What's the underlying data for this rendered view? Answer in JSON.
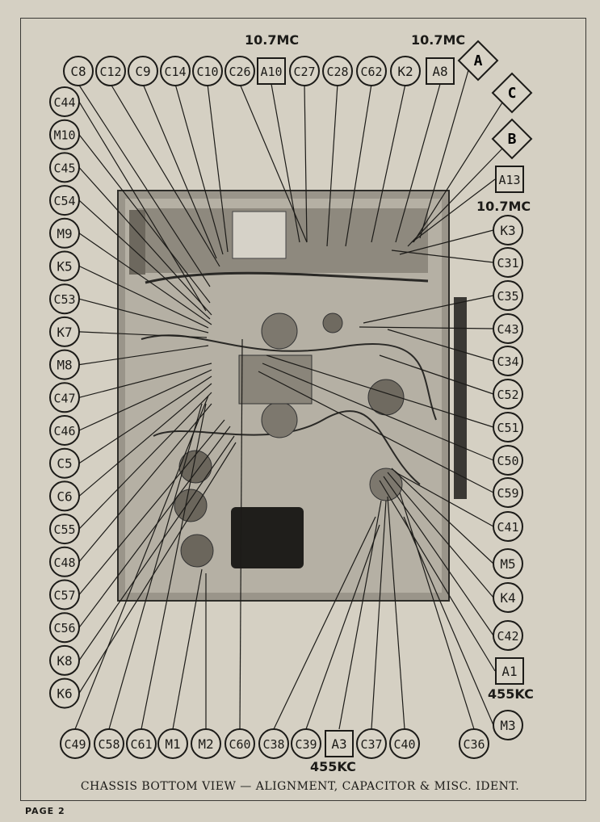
{
  "caption": "CHASSIS BOTTOM VIEW — ALIGNMENT, CAPACITOR & MISC. IDENT.",
  "page_label": "PAGE 2",
  "freq_labels": {
    "top_left": "10.7MC",
    "top_right": "10.7MC",
    "right": "10.7MC",
    "right_lower": "455KC",
    "bottom": "455KC"
  },
  "top_row": [
    "C8",
    "C12",
    "C9",
    "C14",
    "C10",
    "C26",
    "A10",
    "C27",
    "C28",
    "C62",
    "K2",
    "A8"
  ],
  "diamonds": [
    "A",
    "C",
    "B"
  ],
  "left_column": [
    "C44",
    "M10",
    "C45",
    "C54",
    "M9",
    "K5",
    "C53",
    "K7",
    "M8",
    "C47",
    "C46",
    "C5",
    "C6",
    "C55",
    "C48",
    "C57",
    "C56",
    "K8",
    "K6"
  ],
  "right_column": [
    "A13",
    "K3",
    "C31",
    "C35",
    "C43",
    "C34",
    "C52",
    "C51",
    "C50",
    "C59",
    "C41",
    "M5",
    "K4",
    "C42",
    "A1",
    "M3"
  ],
  "bottom_row": [
    "C49",
    "C58",
    "C61",
    "M1",
    "M2",
    "C60",
    "C38",
    "C39",
    "A3",
    "C37",
    "C40",
    "C36"
  ]
}
